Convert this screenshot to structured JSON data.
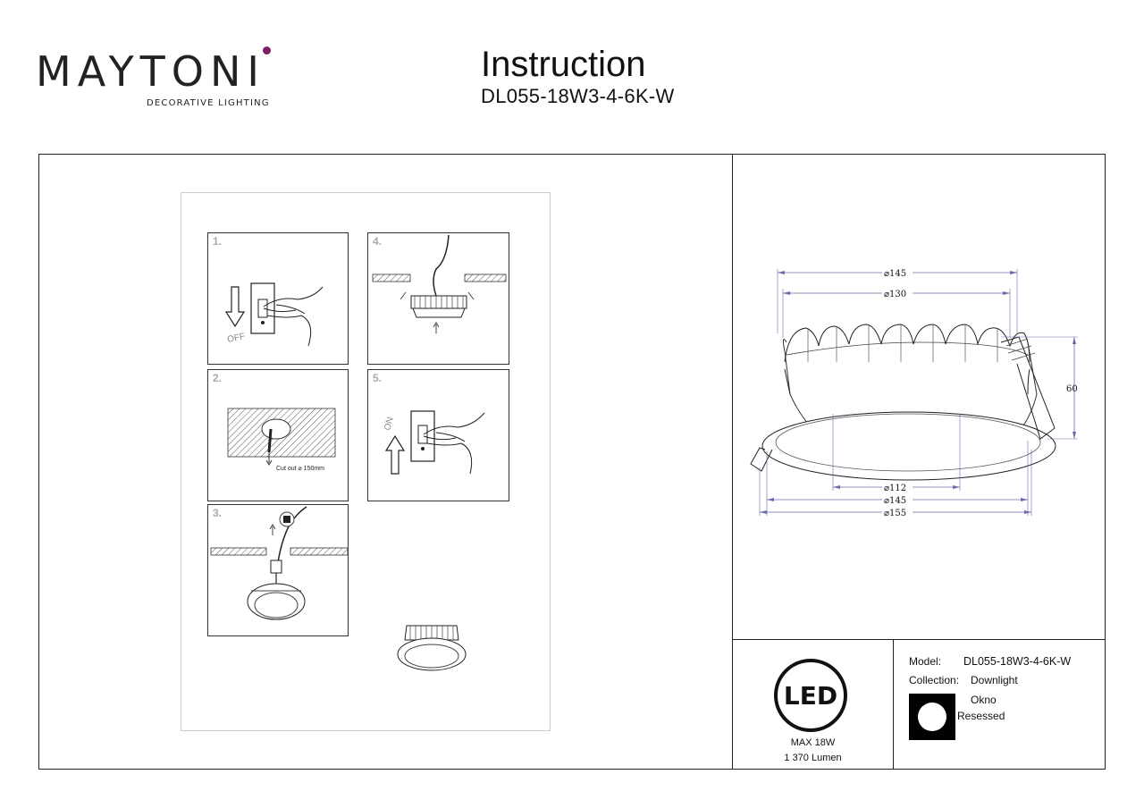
{
  "brand": {
    "name": "MAYTONI",
    "tagline": "DECORATIVE LIGHTING",
    "accent": "#7a1f64"
  },
  "doc": {
    "title": "Instruction",
    "model": "DL055-18W3-4-6K-W"
  },
  "steps": [
    {
      "num": "1.",
      "label": "OFF"
    },
    {
      "num": "2.",
      "caption": "Cut out ⌀ 150mm"
    },
    {
      "num": "3."
    },
    {
      "num": "4."
    },
    {
      "num": "5.",
      "label": "ON"
    }
  ],
  "dimensions": {
    "d_top_outer": "⌀145",
    "d_top_inner": "⌀130",
    "height": "60",
    "d_aperture": "⌀112",
    "d_body": "⌀145",
    "d_flange": "⌀155"
  },
  "led": {
    "icon_text": "LED",
    "power": "MAX 18W",
    "lumen": "1 370 Lumen"
  },
  "spec": {
    "model_label": "Model:",
    "model_value": "DL055-18W3-4-6K-W",
    "collection_label": "Collection:",
    "collection_value": "Downlight",
    "series": "Okno",
    "mount": "Resessed"
  }
}
